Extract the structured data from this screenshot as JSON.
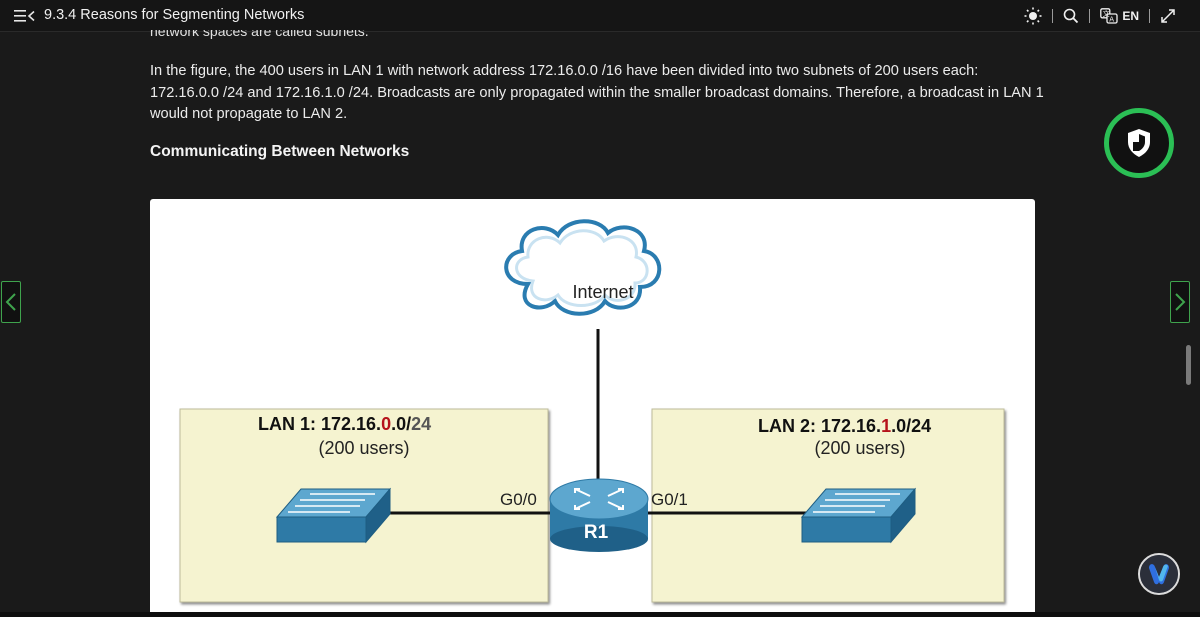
{
  "header": {
    "title": "9.3.4 Reasons for Segmenting Networks",
    "language": "EN"
  },
  "content": {
    "cutoff_line": "network spaces are called subnets.",
    "paragraph": "In the figure, the 400 users in LAN 1 with network address 172.16.0.0 /16 have been divided into two subnets of 200 users each: 172.16.0.0 /24 and 172.16.1.0 /24. Broadcasts are only propagated within the smaller broadcast domains. Therefore, a broadcast in LAN 1 would not propagate to LAN 2.",
    "subheading": "Communicating Between Networks"
  },
  "figure": {
    "cloud_label": "Internet",
    "router_label": "R1",
    "left_interface": "G0/0",
    "right_interface": "G0/1",
    "lan1": {
      "prefix": "LAN 1:  172.16.",
      "highlight": "0",
      "suffix_mid": ".0/",
      "suffix_end": "24",
      "users": "(200 users)"
    },
    "lan2": {
      "prefix": "LAN 2:  172.16.",
      "highlight": "1",
      "suffix": ".0/24",
      "users": "(200 users)"
    }
  },
  "colors": {
    "highlight_red": "#b5121b",
    "accent_green": "#2bbf55",
    "lan_fill": "#f5f3d0",
    "device_blue": "#2e7aa6"
  },
  "icons": {
    "menu": "menu-collapse-icon",
    "theme": "sun-icon",
    "search": "search-icon",
    "translate": "translate-icon",
    "fullscreen": "expand-icon",
    "prev": "chevron-left-icon",
    "next": "chevron-right-icon",
    "shield": "shield-icon"
  }
}
